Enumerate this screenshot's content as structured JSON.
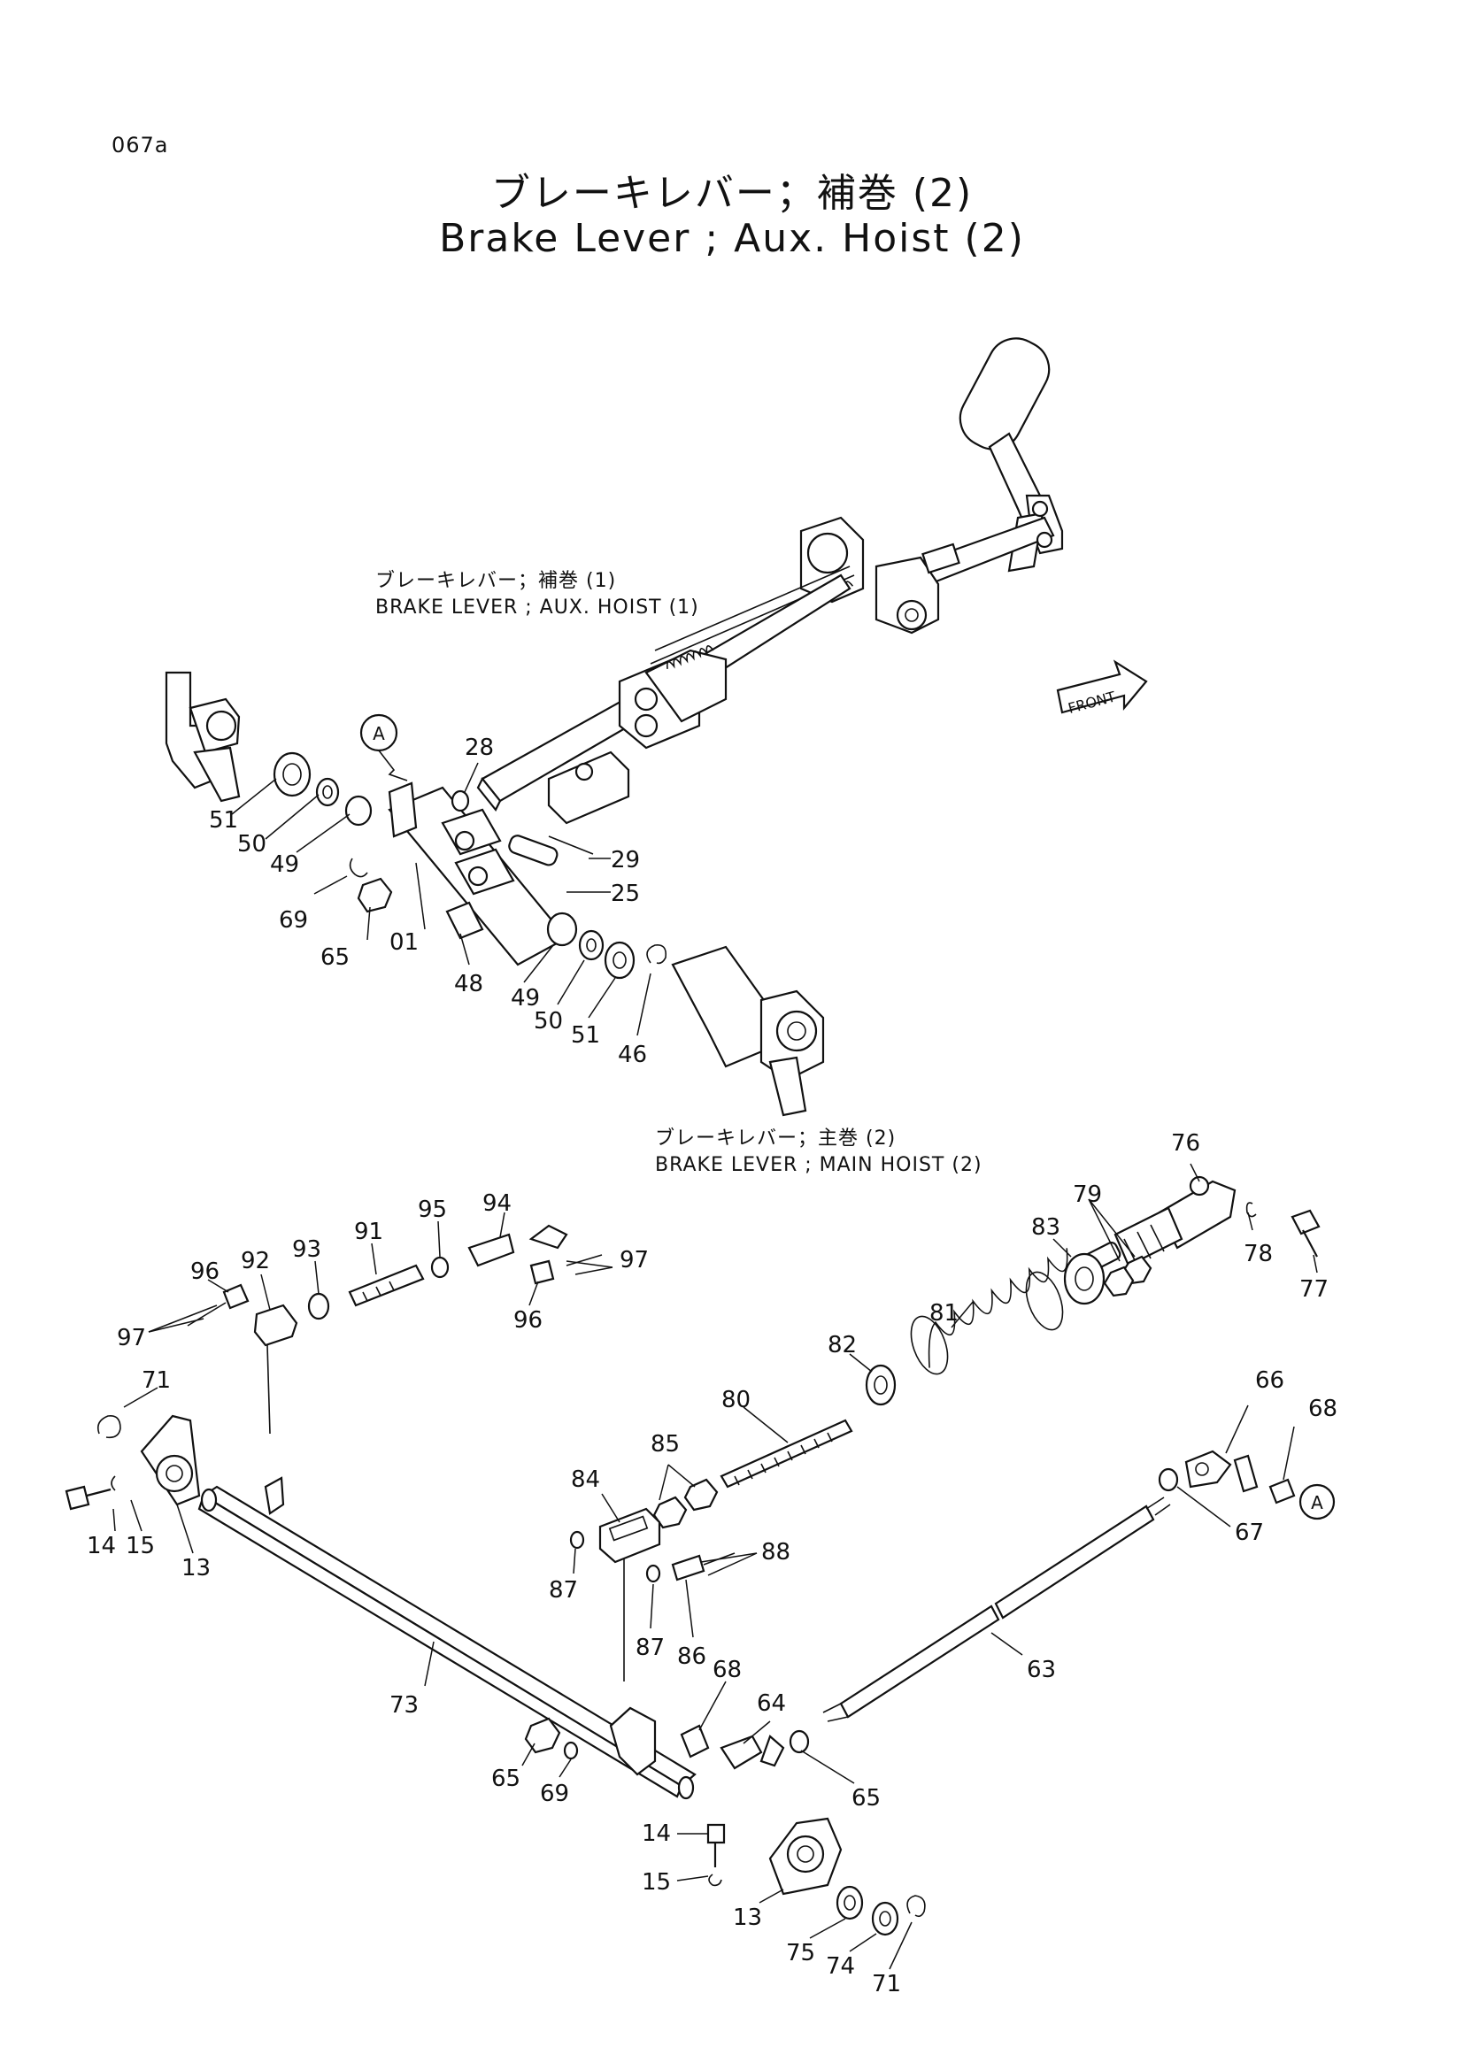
{
  "page_code": "067a",
  "title_jp": "ブレーキレバー；補巻 (2)",
  "title_en": "Brake Lever ; Aux. Hoist (2)",
  "ref_aux1": {
    "jp": "ブレーキレバー；補巻 (1)",
    "en": "BRAKE  LEVER ; AUX.  HOIST (1)"
  },
  "ref_main2": {
    "jp": "ブレーキレバー；主巻 (2)",
    "en": "BRAKE  LEVER ; MAIN  HOIST (2)"
  },
  "front_label": "FRONT",
  "ref_marker": "A",
  "parts": {
    "p51a": "51",
    "p50a": "50",
    "p49a": "49",
    "p69a": "69",
    "p65a": "65",
    "p01": "01",
    "p48": "48",
    "p49b": "49",
    "p50b": "50",
    "p51b": "51",
    "p46": "46",
    "p28": "28",
    "p29": "29",
    "p25": "25",
    "p76": "76",
    "p79": "79",
    "p83": "83",
    "p78": "78",
    "p77": "77",
    "p81": "81",
    "p82": "82",
    "p80": "80",
    "p94": "94",
    "p95": "95",
    "p91": "91",
    "p93": "93",
    "p92": "92",
    "p96a": "96",
    "p97a": "97",
    "p97b": "97",
    "p96b": "96",
    "p71a": "71",
    "p14a": "14",
    "p15a": "15",
    "p13a": "13",
    "p85": "85",
    "p84": "84",
    "p87a": "87",
    "p87b": "87",
    "p88": "88",
    "p86": "86",
    "p66": "66",
    "p68a": "68",
    "p67": "67",
    "p63": "63",
    "p73": "73",
    "p68b": "68",
    "p64": "64",
    "p65b": "65",
    "p65c": "65",
    "p69b": "69",
    "p14b": "14",
    "p15b": "15",
    "p13b": "13",
    "p75": "75",
    "p74": "74",
    "p71b": "71"
  }
}
